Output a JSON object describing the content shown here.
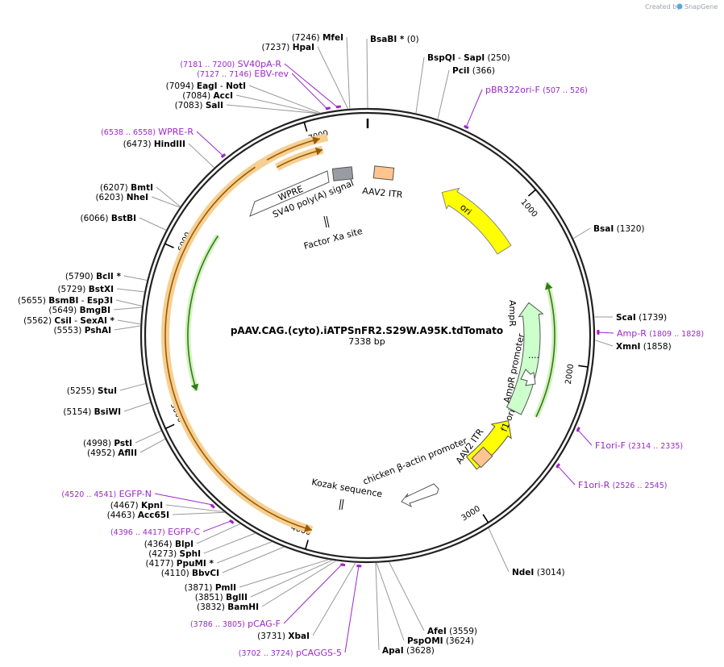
{
  "brand": {
    "created_by": "Created by",
    "name": "SnapGene"
  },
  "plasmid": {
    "name": "pAAV.CAG.(cyto).iATPSnFR2.S29W.A95K.tdTomato",
    "length": "7338 bp",
    "length_bp": 7338
  },
  "ticks": [
    "1000",
    "2000",
    "3000",
    "4000",
    "5000",
    "6000",
    "7000"
  ],
  "sites": [
    {
      "name": "BsaBI *",
      "pos": "(0)",
      "bp": 0
    },
    {
      "name": "BspQI",
      "name2": "SapI",
      "pos": "(250)",
      "bp": 250
    },
    {
      "name": "PciI",
      "pos": "(366)",
      "bp": 366
    },
    {
      "name": "BsaI",
      "pos": "(1320)",
      "bp": 1320
    },
    {
      "name": "ScaI",
      "pos": "(1739)",
      "bp": 1739
    },
    {
      "name": "XmnI",
      "pos": "(1858)",
      "bp": 1858
    },
    {
      "name": "NdeI",
      "pos": "(3014)",
      "bp": 3014
    },
    {
      "name": "AfeI",
      "pos": "(3559)",
      "bp": 3559
    },
    {
      "name": "PspOMI",
      "pos": "(3624)",
      "bp": 3624
    },
    {
      "name": "ApaI",
      "pos": "(3628)",
      "bp": 3628
    },
    {
      "name": "XbaI",
      "pos": "(3731)",
      "bp": 3731
    },
    {
      "name": "BamHI",
      "pos": "(3832)",
      "bp": 3832
    },
    {
      "name": "BglII",
      "pos": "(3851)",
      "bp": 3851
    },
    {
      "name": "PmlI",
      "pos": "(3871)",
      "bp": 3871
    },
    {
      "name": "BbvCI",
      "pos": "(4110)",
      "bp": 4110
    },
    {
      "name": "PpuMI *",
      "pos": "(4177)",
      "bp": 4177
    },
    {
      "name": "SphI",
      "pos": "(4273)",
      "bp": 4273
    },
    {
      "name": "BlpI",
      "pos": "(4364)",
      "bp": 4364
    },
    {
      "name": "Acc65I",
      "pos": "(4463)",
      "bp": 4463
    },
    {
      "name": "KpnI",
      "pos": "(4467)",
      "bp": 4467
    },
    {
      "name": "AflII",
      "pos": "(4952)",
      "bp": 4952
    },
    {
      "name": "PstI",
      "pos": "(4998)",
      "bp": 4998
    },
    {
      "name": "BsiWI",
      "pos": "(5154)",
      "bp": 5154
    },
    {
      "name": "StuI",
      "pos": "(5255)",
      "bp": 5255
    },
    {
      "name": "PshAI",
      "pos": "(5553)",
      "bp": 5553
    },
    {
      "name": "CsiI",
      "name2": "SexAI *",
      "pos": "(5562)",
      "bp": 5562
    },
    {
      "name": "BmgBI",
      "pos": "(5649)",
      "bp": 5649
    },
    {
      "name": "BsmBI",
      "name2": "Esp3I",
      "pos": "(5655)",
      "bp": 5655
    },
    {
      "name": "BstXI",
      "pos": "(5729)",
      "bp": 5729
    },
    {
      "name": "BclI *",
      "pos": "(5790)",
      "bp": 5790
    },
    {
      "name": "BstBI",
      "pos": "(6066)",
      "bp": 6066
    },
    {
      "name": "NheI",
      "pos": "(6203)",
      "bp": 6203
    },
    {
      "name": "BmtI",
      "pos": "(6207)",
      "bp": 6207
    },
    {
      "name": "HindIII",
      "pos": "(6473)",
      "bp": 6473
    },
    {
      "name": "SalI",
      "pos": "(7083)",
      "bp": 7083
    },
    {
      "name": "AccI",
      "pos": "(7084)",
      "bp": 7084
    },
    {
      "name": "EagI",
      "name2": "NotI",
      "pos": "(7094)",
      "bp": 7094
    },
    {
      "name": "HpaI",
      "pos": "(7237)",
      "bp": 7237
    },
    {
      "name": "MfeI",
      "pos": "(7246)",
      "bp": 7246
    }
  ],
  "primers": [
    {
      "name": "pBR322ori-F",
      "range": "(507 .. 526)",
      "bp": 516
    },
    {
      "name": "Amp-R",
      "range": "(1809 .. 1828)",
      "bp": 1818
    },
    {
      "name": "F1ori-F",
      "range": "(2314 .. 2335)",
      "bp": 2324
    },
    {
      "name": "F1ori-R",
      "range": "(2526 .. 2545)",
      "bp": 2535
    },
    {
      "name": "pCAGGS-5",
      "range": "(3702 .. 3724)",
      "bp": 3713
    },
    {
      "name": "pCAG-F",
      "range": "(3786 .. 3805)",
      "bp": 3795
    },
    {
      "name": "EGFP-C",
      "range": "(4396 .. 4417)",
      "bp": 4406
    },
    {
      "name": "EGFP-N",
      "range": "(4520 .. 4541)",
      "bp": 4530
    },
    {
      "name": "WPRE-R",
      "range": "(6538 .. 6558)",
      "bp": 6548
    },
    {
      "name": "EBV-rev",
      "range": "(7127 .. 7146)",
      "bp": 7136
    },
    {
      "name": "SV40pA-R",
      "range": "(7181 .. 7200)",
      "bp": 7190
    }
  ],
  "features": {
    "ori": "ori",
    "ampr": "AmpR",
    "ampr_promoter": "AmpR promoter",
    "f1_ori": "f1 ori",
    "aav2_itr_1": "AAV2 ITR",
    "aav2_itr_2": "AAV2 ITR",
    "chicken_actin": "chicken β-actin promoter",
    "kozak": "Kozak sequence",
    "wpre": "WPRE",
    "sv40": "SV40 poly(A) signal",
    "factor_xa": "Factor Xa site"
  },
  "colors": {
    "ori": "#ffff00",
    "ampr": "#ccffcc",
    "itr": "#ffc48f",
    "orange_band": "#f6cf92",
    "primer": "#9b27c9",
    "green_arrow": "#2e7d12",
    "cds_arrow": "#9a5b00"
  }
}
